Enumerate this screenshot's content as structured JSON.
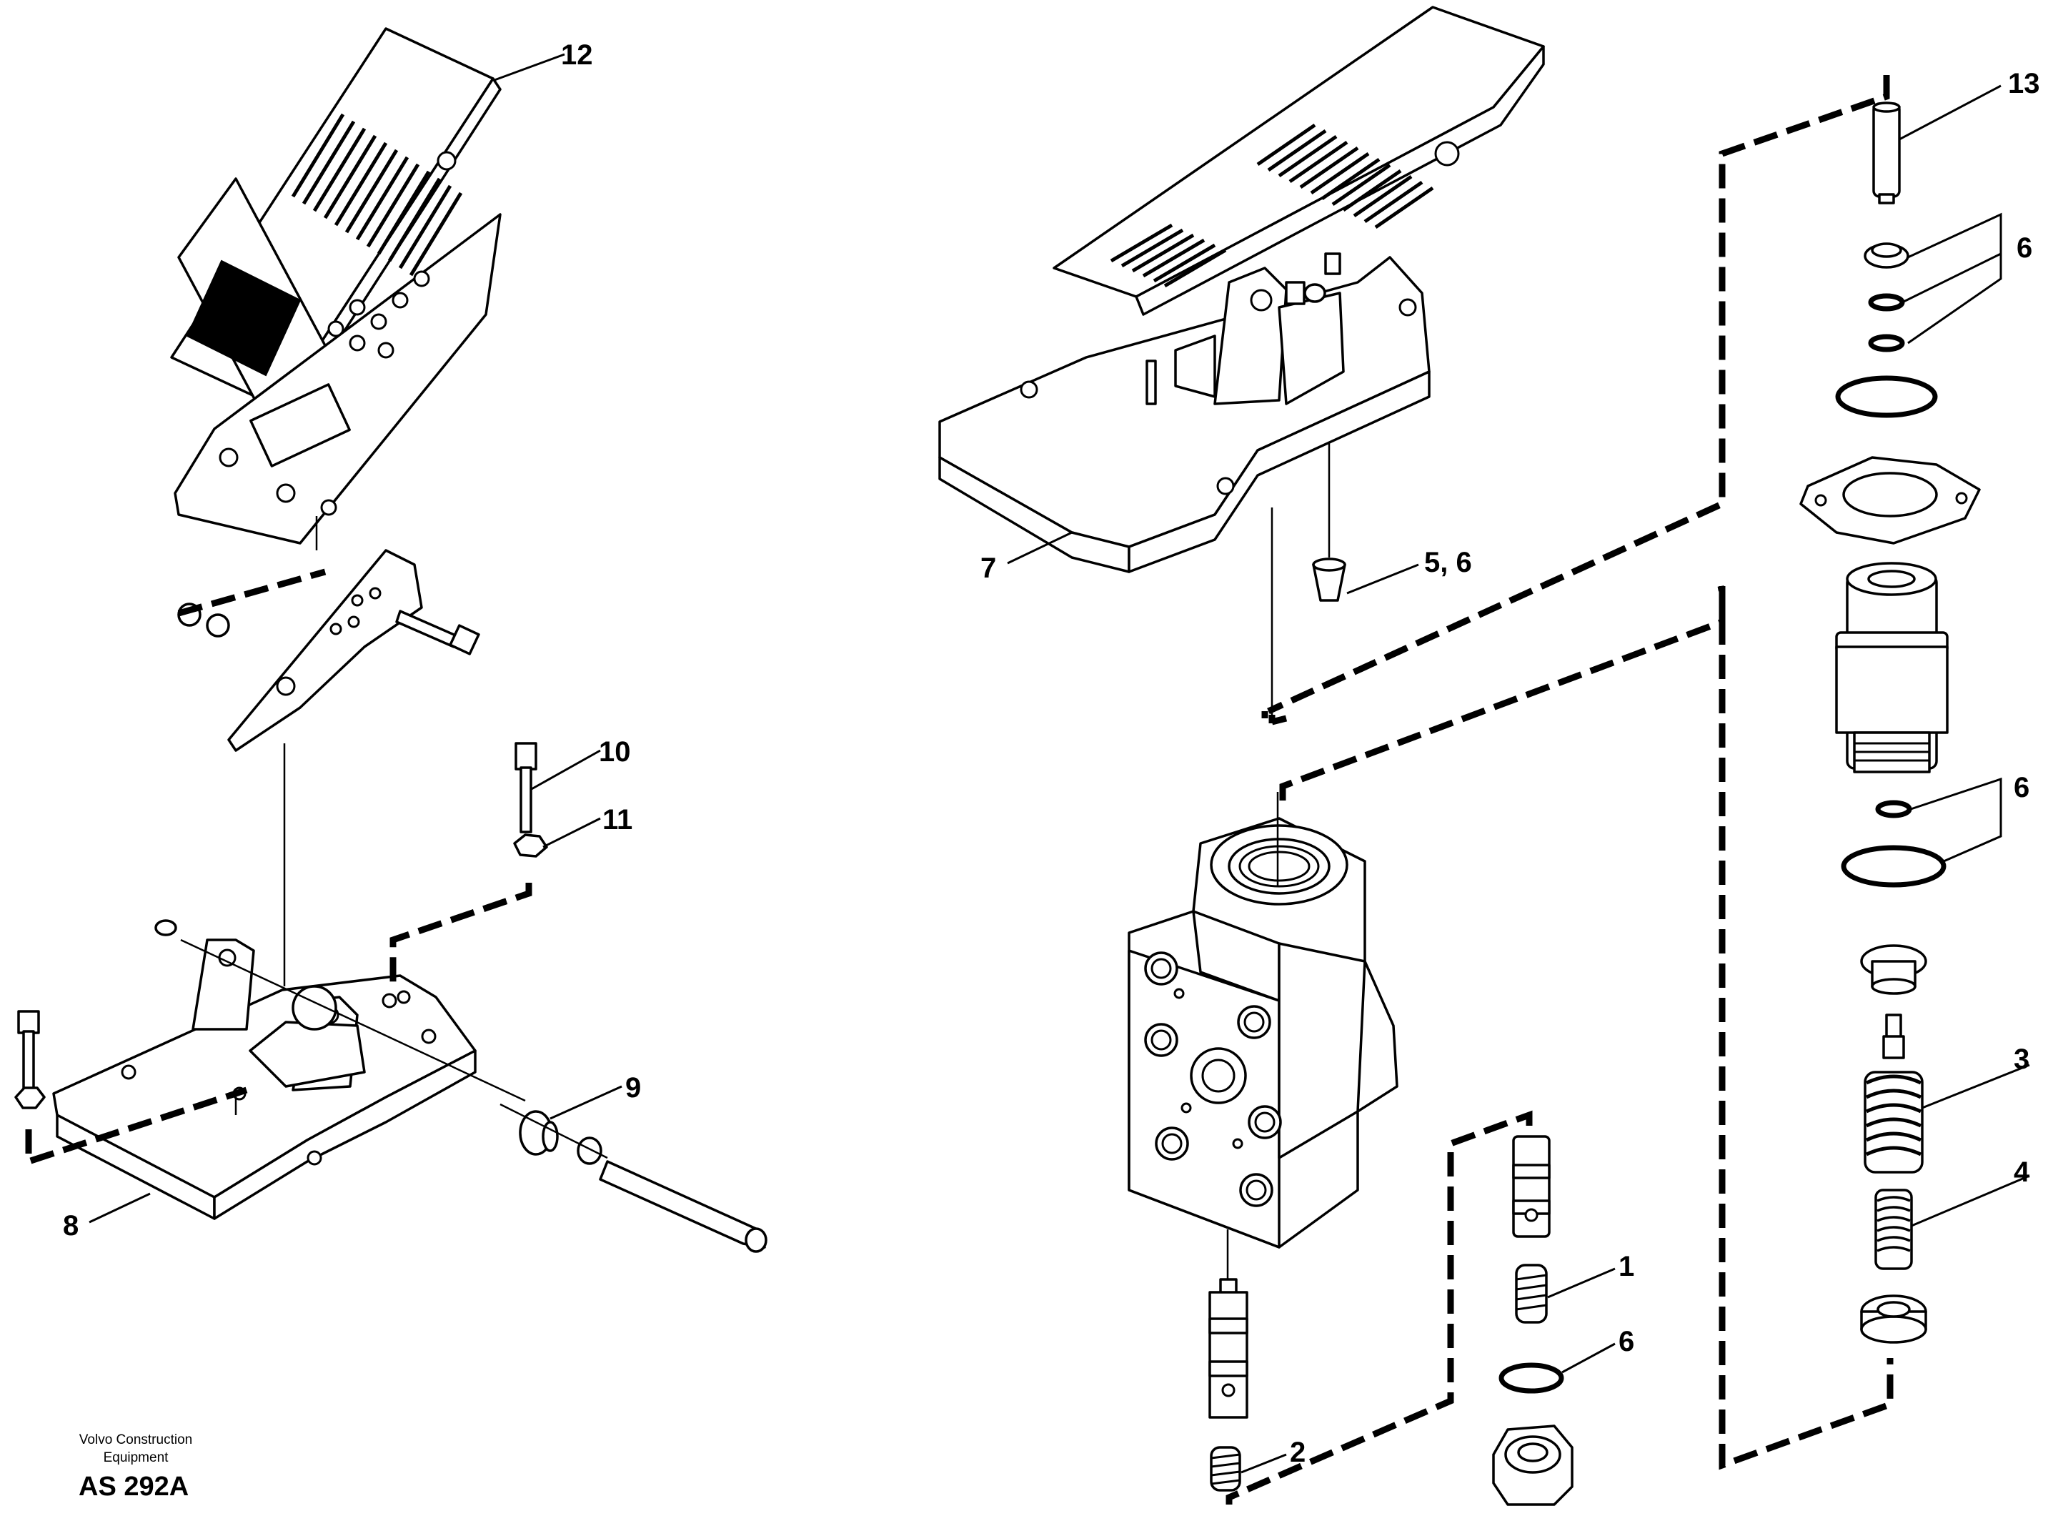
{
  "callouts": {
    "c12": "12",
    "c13": "13",
    "c6a": "6",
    "c6b": "6",
    "c6c": "6",
    "c56": "5, 6",
    "c7": "7",
    "c10": "10",
    "c11": "11",
    "c9": "9",
    "c8": "8",
    "c3": "3",
    "c4": "4",
    "c1": "1",
    "c2": "2"
  },
  "credit": {
    "line1": "Volvo Construction",
    "line2": "Equipment",
    "code": "AS 292A"
  },
  "colors": {
    "ink": "#000000",
    "paper": "#ffffff"
  }
}
